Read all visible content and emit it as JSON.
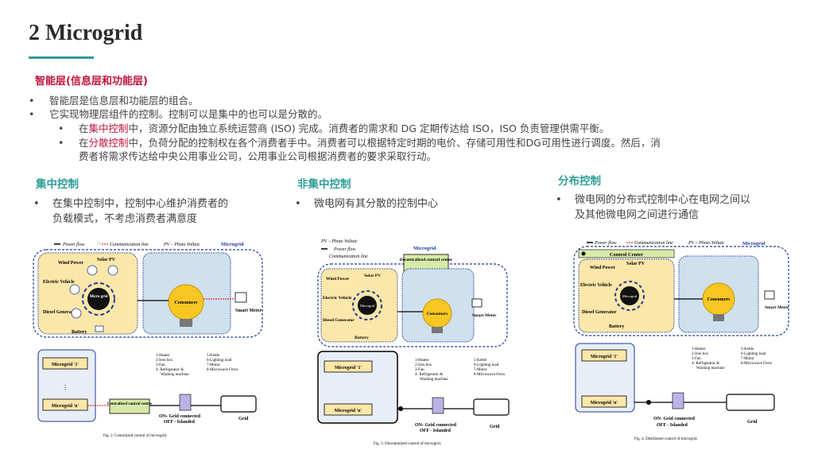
{
  "page": {
    "title": "2 Microgrid",
    "subtitle": "智能层(信息层和功能层)"
  },
  "bullets": {
    "b1": "智能层是信息层和功能层的组合。",
    "b2": "它实现物理层组件的控制。控制可以是集中的也可以是分散的。",
    "b3_pre": "在",
    "b3_hl": "集中控制",
    "b3_post": "中，资源分配由独立系统运营商 (ISO) 完成。消费者的需求和 DG 定期传达给 ISO，ISO 负责管理供需平衡。",
    "b4_pre": "在",
    "b4_hl": "分散控制",
    "b4_post": "中，负荷分配的控制权在各个消费者手中。消费者可以根据特定时期的电价、存储可用性和DG可用性进行调度。然后，消",
    "b4_line2": "费者将需求传达给中央公用事业公司，公用事业公司根据消费者的要求采取行动。"
  },
  "columns": [
    {
      "heading": "集中控制",
      "line1": "在集中控制中，控制中心维护消费者的",
      "line2": "负载模式，不考虑消费者满意度"
    },
    {
      "heading": "非集中控制",
      "line1": "微电网有其分散的控制中心",
      "line2": ""
    },
    {
      "heading": "分布控制",
      "line1": "微电网的分布式控制中心在电网之间以",
      "line2": "及其他微电网之间进行通信"
    }
  ],
  "figures": {
    "legend_power": "Power flow",
    "legend_comm": "Communication line",
    "legend_pv": "PV – Photo Voltaic",
    "legend_pv_short": "PV – Photo Voltaic",
    "microgrid": "Microgrid",
    "wind": "Wind Power",
    "solar": "Solar PV",
    "ev": "Electric Vehicle",
    "diesel": "Diesel Generator",
    "battery": "Battery",
    "micro_grid_center": "Micro grid",
    "microgrid_center": "Microgrid",
    "consumers": "Consumers",
    "smart_meter": "Smart Meter",
    "mg1": "Microgrid '1'",
    "mgn": "Microgrid 'n'",
    "centralized": "Centralized control centre",
    "decentralized": "Decentralized control center",
    "control_center": "Control Center",
    "grid_conn": "ON- Grid connected",
    "islanded": "OFF - Islanded",
    "grid": "Grid",
    "loads_left": [
      "1-Heater",
      "2-Iron box",
      "3-Fan",
      "4- Refrigerator &",
      "Washing machine"
    ],
    "loads_right": [
      "5-Kettle",
      "6-Lighting load",
      "7-Motor",
      "8-Microwave Oven"
    ],
    "fig2": "Fig. 2. Centralized control of microgrid.",
    "fig3": "Fig. 3. Decentralized control of microgrid.",
    "fig4": "Fig. 4. Distributed control of microgrid."
  },
  "colors": {
    "accent": "#2e9e96",
    "highlight": "#c0143c",
    "microgrid_box": "#fbe7a9",
    "consumers_box": "#cfe0ee",
    "control_green": "#d8eaa8"
  },
  "icons": [
    "wind-turbine-icon",
    "solar-panel-icon",
    "car-icon",
    "generator-icon",
    "battery-icon",
    "lightbulb-icon",
    "meter-icon",
    "transmission-tower-icon",
    "switch-icon",
    "wifi-icon"
  ]
}
